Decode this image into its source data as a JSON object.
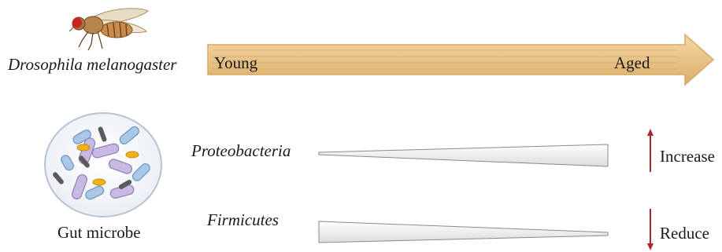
{
  "organism": {
    "name": "Drosophila melanogaster"
  },
  "timeline": {
    "start_label": "Young",
    "end_label": "Aged"
  },
  "microbe": {
    "label": "Gut microbe"
  },
  "taxa": [
    {
      "name": "Proteobacteria",
      "trend": "Increase"
    },
    {
      "name": "Firmicutes",
      "trend": "Reduce"
    }
  ],
  "colors": {
    "arrow_fill": "#ecc992",
    "arrow_edge": "#d7a865",
    "trend_arrow": "#a8252e",
    "wedge_fill": "#f2f2f2",
    "wedge_edge": "#8a8a8a",
    "rod_purple": "#c7b9e3",
    "rod_blue": "#a9c7e6",
    "rod_dark": "#5b5b5b",
    "coccus_orange": "#f0b21a"
  }
}
